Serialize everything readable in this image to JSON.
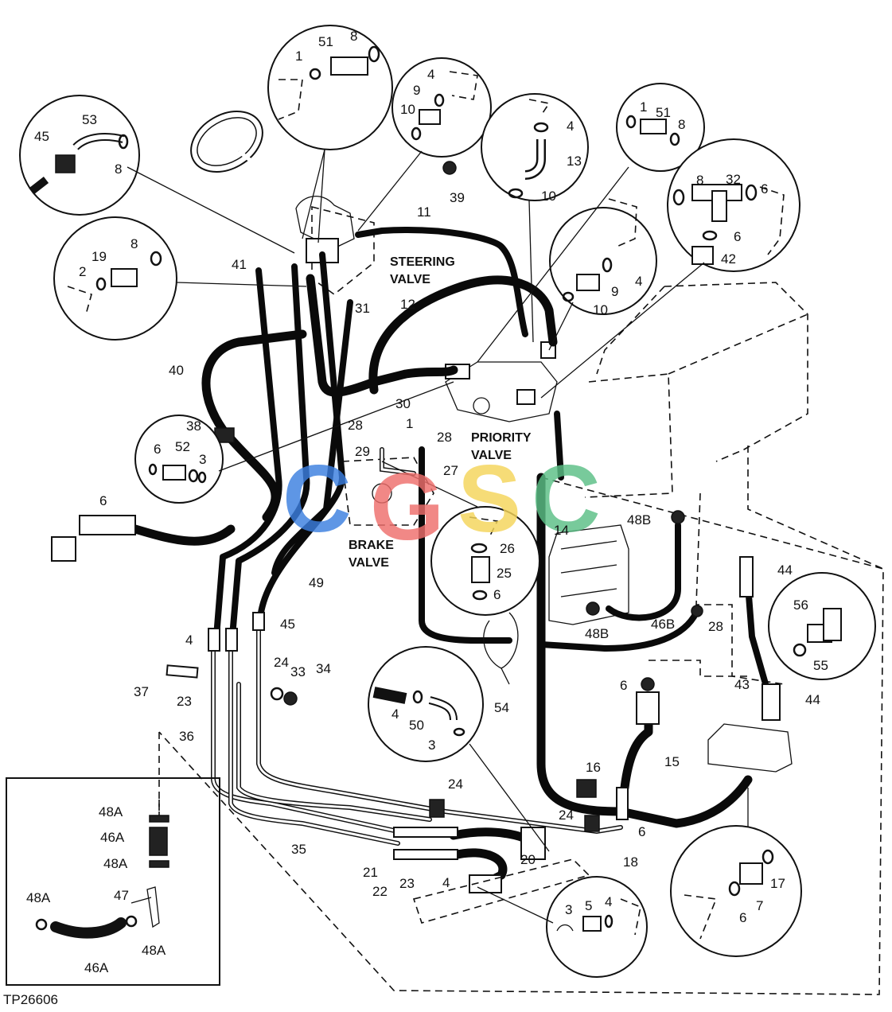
{
  "captions": {
    "steering": [
      "STEERING",
      "VALVE"
    ],
    "priority": [
      "PRIORITY",
      "VALVE"
    ],
    "brake": [
      "BRAKE",
      "VALVE"
    ]
  },
  "watermark": {
    "letters": [
      "C",
      "G",
      "S",
      "C"
    ],
    "colors": [
      "#3b7fe0",
      "#ef6f6c",
      "#f5d55a",
      "#5bbf86"
    ]
  },
  "figure_code": "TP26606",
  "callouts": {
    "c_51a": "51",
    "c_8a": "8",
    "c_1a": "1",
    "c_4a": "4",
    "c_9a": "9",
    "c_10a": "10",
    "c_53": "53",
    "c_45a": "45",
    "c_8b": "8",
    "c_4b": "4",
    "c_13": "13",
    "c_10b": "10",
    "c_1b": "1",
    "c_51b": "51",
    "c_8c": "8",
    "c_39": "39",
    "c_11": "11",
    "c_8d": "8",
    "c_32": "32",
    "c_6a": "6",
    "c_6b": "6",
    "c_42": "42",
    "c_19": "19",
    "c_8e": "8",
    "c_2": "2",
    "c_41": "41",
    "c_31": "31",
    "c_12": "12",
    "c_4c": "4",
    "c_9b": "9",
    "c_10c": "10",
    "c_40": "40",
    "c_30": "30",
    "c_28a": "28",
    "c_38": "38",
    "c_6c": "6",
    "c_52": "52",
    "c_3a": "3",
    "c_29": "29",
    "c_1c": "1",
    "c_28b": "28",
    "c_27": "27",
    "c_6d": "6",
    "c_49": "49",
    "c_14": "14",
    "c_26": "26",
    "c_25": "25",
    "c_6e": "6",
    "c_48B_top": "48B",
    "c_48B_bot": "48B",
    "c_46B": "46B",
    "c_28c": "28",
    "c_44a": "44",
    "c_56": "56",
    "c_55": "55",
    "c_43": "43",
    "c_44b": "44",
    "c_45b": "45",
    "c_4d": "4",
    "c_37": "37",
    "c_24a": "24",
    "c_33": "33",
    "c_34": "34",
    "c_23a": "23",
    "c_4e": "4",
    "c_50": "50",
    "c_3b": "3",
    "c_54": "54",
    "c_6f": "6",
    "c_15": "15",
    "c_16": "16",
    "c_36": "36",
    "c_24b": "24",
    "c_24c": "24",
    "c_6g": "6",
    "c_35": "35",
    "c_20": "20",
    "c_18": "18",
    "c_21": "21",
    "c_22": "22",
    "c_23b": "23",
    "c_4f": "4",
    "c_3c": "3",
    "c_5": "5",
    "c_4g": "4",
    "c_17": "17",
    "c_7": "7",
    "c_6h": "6",
    "c_48A_1": "48A",
    "c_46A_1": "46A",
    "c_48A_2": "48A",
    "c_47": "47",
    "c_48A_3": "48A",
    "c_48A_4": "48A",
    "c_46A_2": "46A"
  }
}
